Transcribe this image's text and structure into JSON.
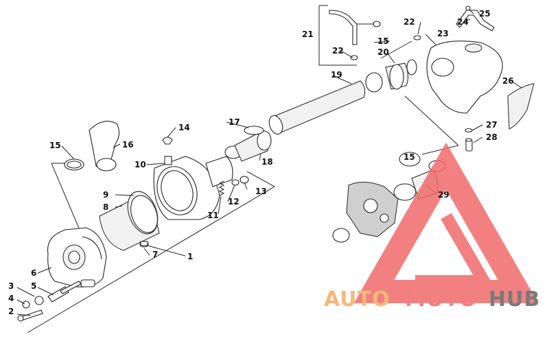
{
  "callouts": [
    "1",
    "2",
    "3",
    "4",
    "5",
    "6",
    "7",
    "8",
    "9",
    "10",
    "11",
    "12",
    "13",
    "14",
    "15",
    "15",
    "15",
    "16",
    "17",
    "18",
    "19",
    "20",
    "21",
    "22",
    "22",
    "23",
    "24",
    "25",
    "26",
    "27",
    "28",
    "29"
  ],
  "watermark": {
    "part1": "AUTO",
    "part2": "MOTO",
    "part3": "HUB",
    "color_auto": "#f5b87a",
    "color_moto": "#f08080",
    "color_hub": "#7a7a7a",
    "triangle_color": "#f26b6b"
  }
}
